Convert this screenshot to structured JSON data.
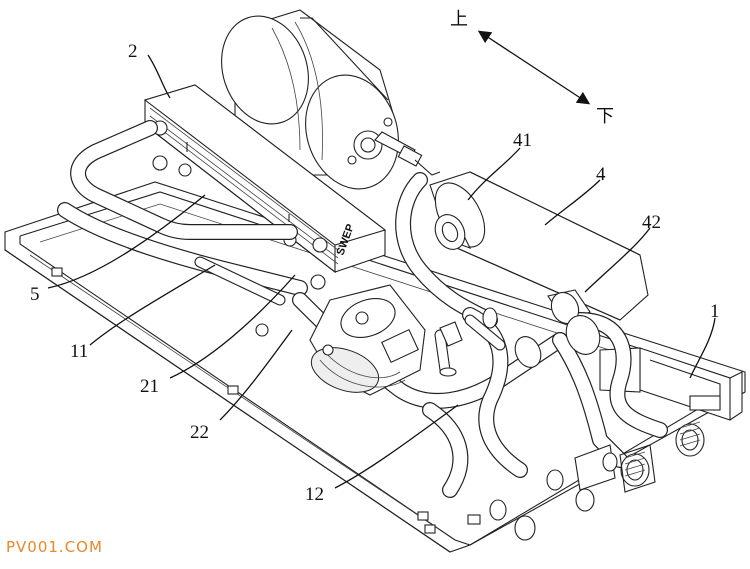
{
  "figure": {
    "direction": {
      "up": "上",
      "down": "下"
    },
    "labels": [
      {
        "id": "l2",
        "text": "2"
      },
      {
        "id": "l41",
        "text": "41"
      },
      {
        "id": "l4",
        "text": "4"
      },
      {
        "id": "l42",
        "text": "42"
      },
      {
        "id": "l1",
        "text": "1"
      },
      {
        "id": "l5",
        "text": "5"
      },
      {
        "id": "l11",
        "text": "11"
      },
      {
        "id": "l21",
        "text": "21"
      },
      {
        "id": "l22",
        "text": "22"
      },
      {
        "id": "l12",
        "text": "12"
      }
    ],
    "stamp_text": "SWEP",
    "watermark": "PV001.COM"
  }
}
